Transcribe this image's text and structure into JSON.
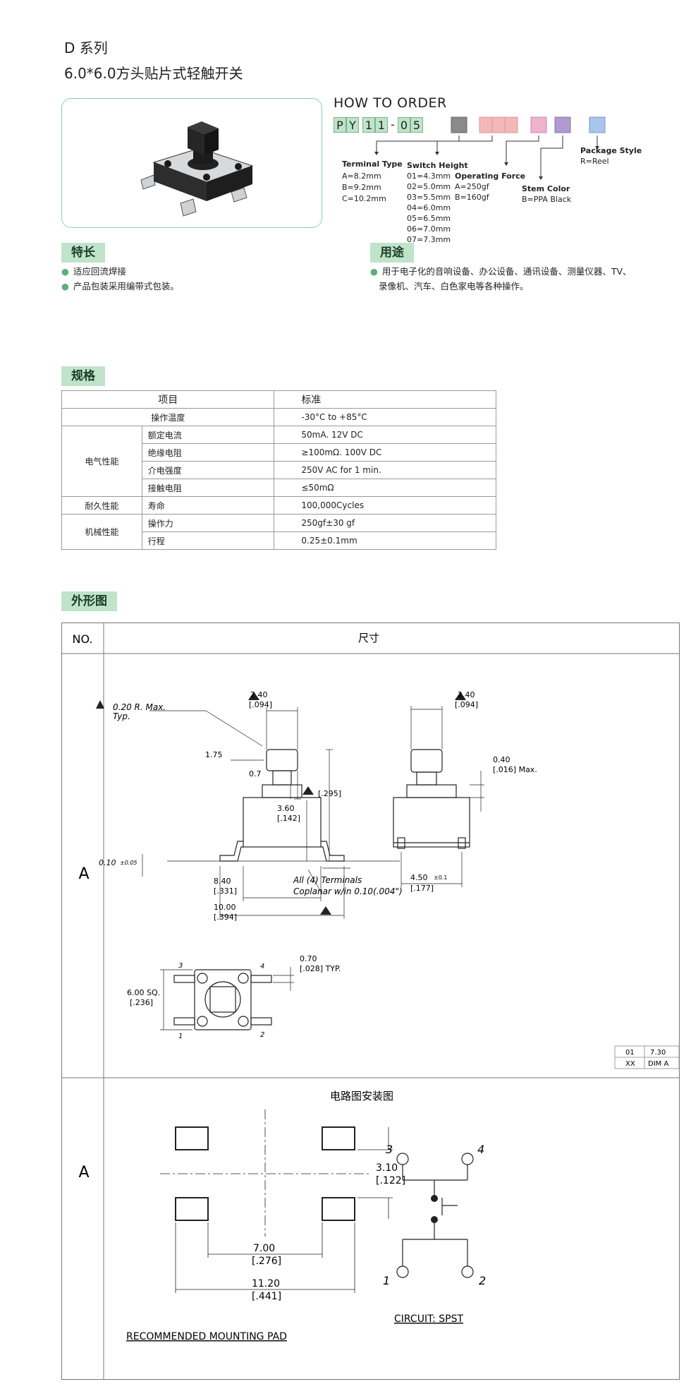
{
  "header": {
    "series": "D 系列",
    "title": "6.0*6.0方头贴片式轻触开关"
  },
  "order": {
    "heading": "HOW TO ORDER",
    "code_cells": [
      "P",
      "Y",
      "1",
      "1",
      "0",
      "5"
    ],
    "code_dash": "-",
    "option_colors": [
      "#8a8a8a",
      "#f4b8b8",
      "#eeb3cd",
      "#b09ad0",
      "#a8c6ec"
    ],
    "terminal_type": {
      "title": "Terminal Type",
      "options": [
        "A=8.2mm",
        "B=9.2mm",
        "C=10.2mm"
      ]
    },
    "switch_height": {
      "title": "Switch Height",
      "options": [
        "01=4.3mm",
        "02=5.0mm",
        "03=5.5mm",
        "04=6.0mm",
        "05=6.5mm",
        "06=7.0mm",
        "07=7.3mm"
      ]
    },
    "operating_force": {
      "title": "Operating Force",
      "options": [
        "A=250gf",
        "B=160gf"
      ]
    },
    "stem_color": {
      "title": "Stem Color",
      "options": [
        "B=PPA Black"
      ]
    },
    "package_style": {
      "title": "Package Style",
      "options": [
        "R=Reel"
      ]
    }
  },
  "features": {
    "tag": "特长",
    "items": [
      "适应回流焊接",
      "产品包装采用编带式包装。"
    ]
  },
  "usage": {
    "tag": "用途",
    "text_line1": "用于电子化的音响设备、办公设备、通讯设备、测量仪器、TV、",
    "text_line2": "录像机、汽车、白色家电等各种操作。"
  },
  "spec": {
    "tag": "规格",
    "head": {
      "item": "项目",
      "standard": "标准"
    },
    "rows": [
      {
        "group": "",
        "item": "操作温度",
        "value": "-30°C to +85°C"
      },
      {
        "group": "电气性能",
        "item": "额定电流",
        "value": "50mA. 12V DC"
      },
      {
        "group": "",
        "item": "绝缘电阻",
        "value": "≥100mΩ. 100V DC"
      },
      {
        "group": "",
        "item": "介电强度",
        "value": "250V AC for 1 min."
      },
      {
        "group": "",
        "item": "接触电阻",
        "value": "≤50mΩ"
      },
      {
        "group": "耐久性能",
        "item": "寿命",
        "value": "100,000Cycles"
      },
      {
        "group": "机械性能",
        "item": "操作力",
        "value": "250gf±30 gf"
      },
      {
        "group": "",
        "item": "行程",
        "value": "0.25±0.1mm"
      }
    ]
  },
  "outline": {
    "tag": "外形图",
    "col_no": "NO.",
    "col_dim": "尺寸",
    "row_labels": [
      "A",
      "A"
    ],
    "drawing1": {
      "radius_note": "0.20  R. Max.",
      "typ": "Typ.",
      "d240": "2.40",
      "d094": "[.094]",
      "d175": "1.75",
      "d07": "0.7",
      "d295": "[.295]",
      "d360": "3.60",
      "d142": "[.142]",
      "d010": "0.10",
      "d010tol": "±0.05",
      "d840": "8.40",
      "d331": "[.331]",
      "d1000": "10.00",
      "d394": "[.394]",
      "coplanar1": "All (4) Terminals",
      "coplanar2": "Coplanar w/in 0.10(.004\")",
      "d040": "0.40",
      "d016": "[.016]  Max.",
      "d450": "4.50",
      "d450tol": "±0.1",
      "d177": "[.177]",
      "d070": "0.70",
      "d028": "[.028]  TYP.",
      "d600": "6.00  SQ.",
      "d236": "[.236]",
      "pins": [
        "3",
        "4",
        "1",
        "2"
      ],
      "rev": [
        "01",
        "7.30",
        "XX",
        "DIM  A"
      ]
    },
    "drawing2": {
      "title": "电路图安装图",
      "d310": "3.10",
      "d122": "[.122]",
      "d700": "7.00",
      "d276": "[.276]",
      "d1120": "11.20",
      "d441": "[.441]",
      "pad_label": "RECOMMENDED  MOUNTING  PAD",
      "circuit_label": "CIRCUIT:  SPST",
      "pins": [
        "3",
        "4",
        "1",
        "2"
      ]
    }
  }
}
